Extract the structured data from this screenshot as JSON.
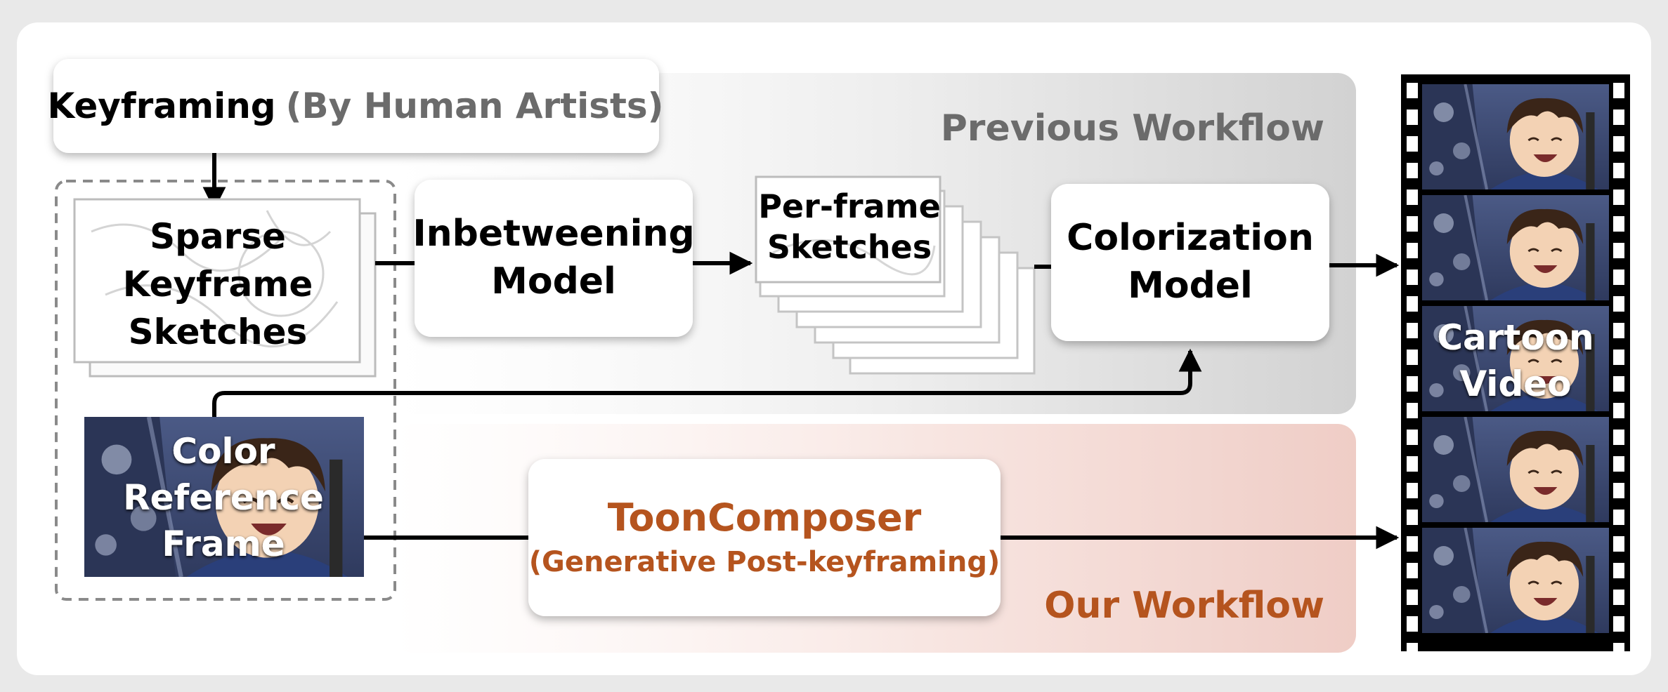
{
  "keyframing": {
    "strong": "Keyframing",
    "light": "(By Human Artists)"
  },
  "previous_workflow": {
    "title": "Previous Workflow",
    "sparse": [
      "Sparse",
      "Keyframe",
      "Sketches"
    ],
    "inbetweening": [
      "Inbetweening",
      "Model"
    ],
    "perframe": [
      "Per-frame",
      "Sketches"
    ],
    "colorization": [
      "Colorization",
      "Model"
    ]
  },
  "color_reference": [
    "Color",
    "Reference",
    "Frame"
  ],
  "our_workflow": {
    "title": "Our Workflow",
    "tooncomposer": "ToonComposer",
    "tooncomposer_sub": "(Generative Post-keyframing)"
  },
  "output": [
    "Cartoon",
    "Video"
  ],
  "colors": {
    "accent": "#b5541e",
    "title_gray": "#6b6b6b",
    "prev_bg": "#dedede",
    "our_bg": "#f3d6d0",
    "arrow": "#000000"
  }
}
